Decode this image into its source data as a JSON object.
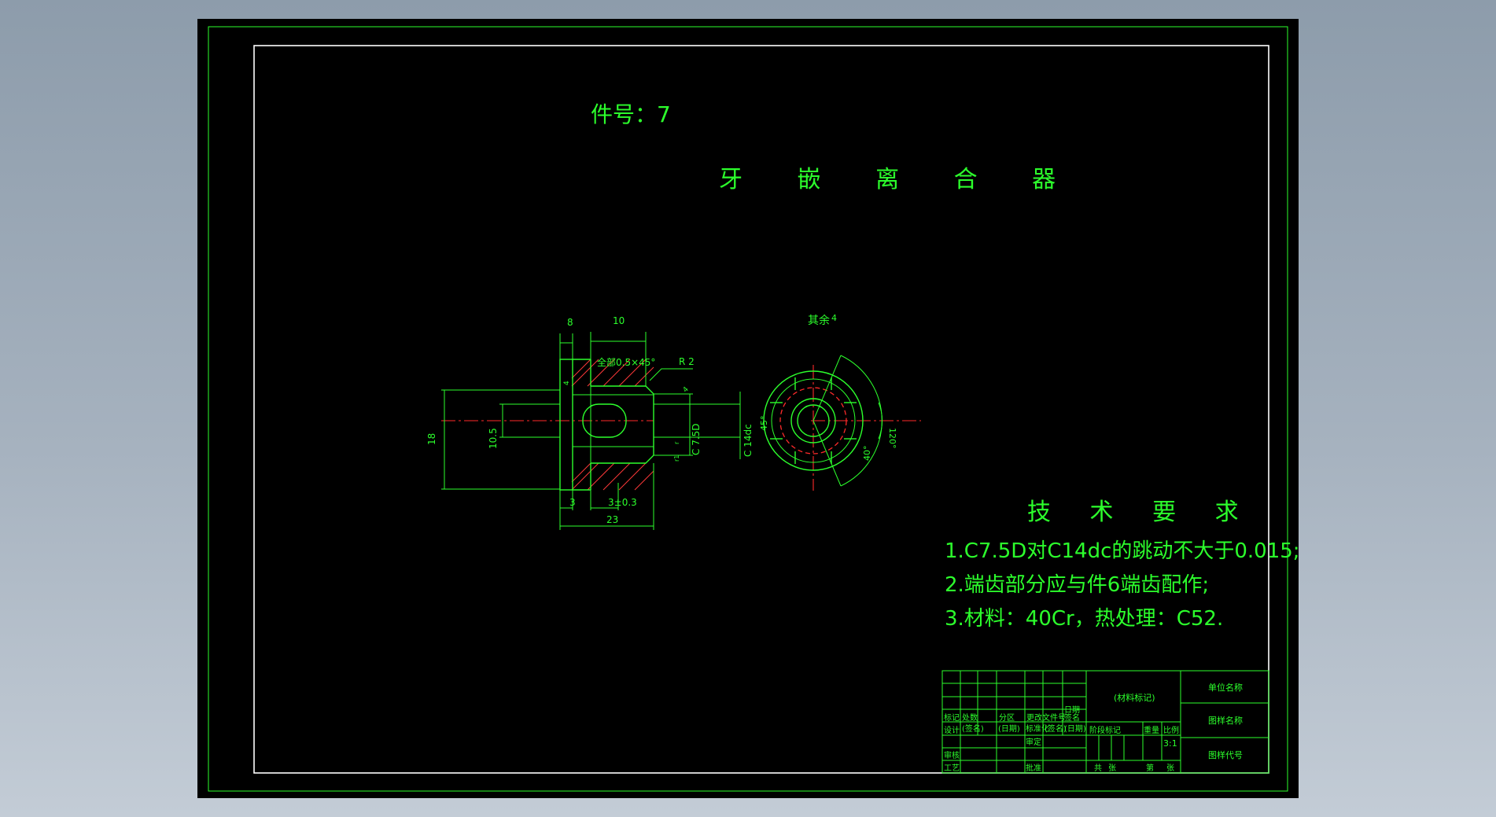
{
  "part_number": "件号：7",
  "title": "牙 嵌 离 合 器",
  "roughness_note": "其余",
  "roughness_value": "4",
  "dims": {
    "flange_width": "8",
    "shoulder_len": "10",
    "chamfer": "全部0.5×45°",
    "radius": "R 2",
    "flange_dia": "18",
    "bore_dia": "10.5",
    "shaft_dia": "C 7.5D",
    "outer_dia": "C 14dc",
    "total_len": "23",
    "flange_thk": "3",
    "tooth_depth": "3±0.3",
    "angle_45": "45°",
    "angle_120": "120°",
    "angle_40": "40°",
    "r_small": "r",
    "r_small2": "r1",
    "roughness_1": "4",
    "roughness_2": "4"
  },
  "tech_req": {
    "heading": "技 术 要 求",
    "items": [
      "1.C7.5D对C14dc的跳动不大于0.015;",
      "2.端齿部分应与件6端齿配作;",
      "3.材料：40Cr，热处理：C52."
    ]
  },
  "title_block": {
    "material_mark": "(材料标记)",
    "unit_name": "单位名称",
    "drawing_name": "图样名称",
    "drawing_code": "图样代号",
    "row_labels": [
      "标记",
      "处数",
      "分区",
      "更改文件号",
      "签名",
      "日期"
    ],
    "design": "设计",
    "sign_date": "(签名)",
    "date1": "(日期)",
    "standardize": "标准化",
    "sign2": "(签名)",
    "date2": "(日期)",
    "stage_mark": "阶段标记",
    "weight": "重量",
    "scale": "比例",
    "scale_value": "3:1",
    "review": "审核",
    "craft": "工艺",
    "approve": "批准",
    "check": "审定",
    "total": "共",
    "sheets": "张",
    "page": "第",
    "page_sheets": "张"
  }
}
